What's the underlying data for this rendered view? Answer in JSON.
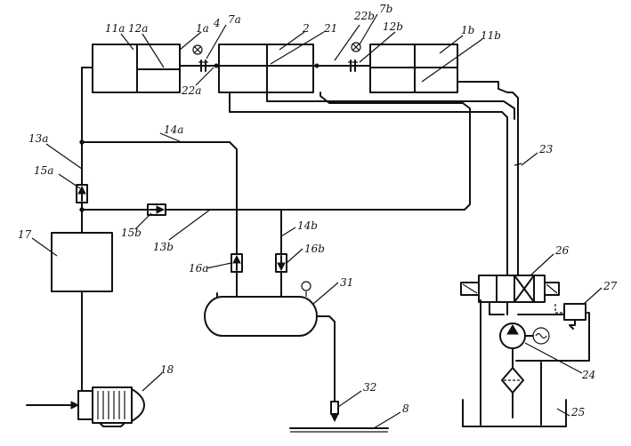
{
  "labels": {
    "l_11a": "11a",
    "l_12a": "12a",
    "l_1a": "1a",
    "l_4": "4",
    "l_7a": "7a",
    "l_22a": "22a",
    "l_2": "2",
    "l_21": "21",
    "l_22b": "22b",
    "l_7b": "7b",
    "l_12b": "12b",
    "l_1b": "1b",
    "l_11b": "11b",
    "l_13a": "13a",
    "l_14a": "14a",
    "l_15a": "15a",
    "l_23": "23",
    "l_17": "17",
    "l_15b": "15b",
    "l_13b": "13b",
    "l_14b": "14b",
    "l_16b": "16b",
    "l_16a": "16a",
    "l_26": "26",
    "l_27": "27",
    "l_31": "31",
    "l_18": "18",
    "l_24": "24",
    "l_32": "32",
    "l_8": "8",
    "l_25": "25"
  }
}
